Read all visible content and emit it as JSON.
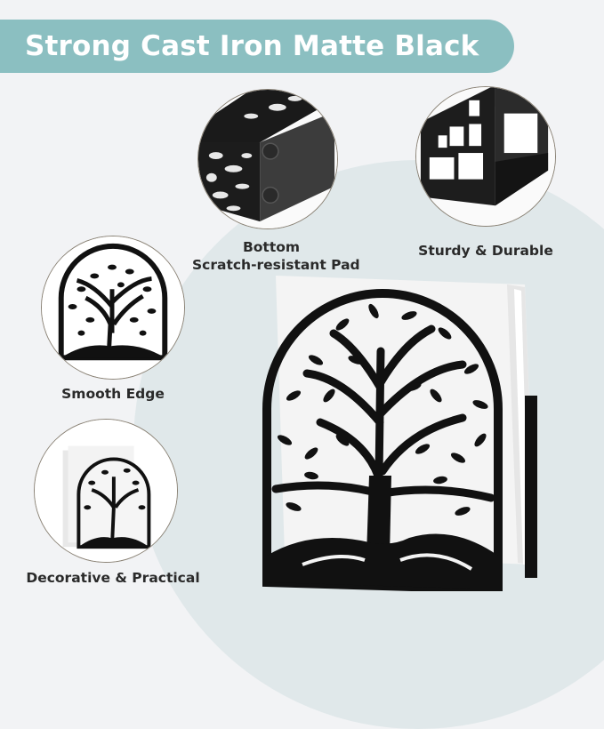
{
  "banner": {
    "title": "Strong Cast Iron Matte Black",
    "color": "#8bbfc1"
  },
  "features": [
    {
      "id": "bottom-pad",
      "label_line1": "Bottom",
      "label_line2": "Scratch-resistant Pad",
      "image": "bottom-pad-closeup"
    },
    {
      "id": "sturdy",
      "label_line1": "Sturdy & Durable",
      "image": "corner-frame-closeup"
    },
    {
      "id": "smooth-edge",
      "label_line1": "Smooth Edge",
      "image": "tree-of-life-panel"
    },
    {
      "id": "decorative",
      "label_line1": "Decorative & Practical",
      "image": "napkin-holder-with-napkins"
    }
  ],
  "product": {
    "name": "tree-of-life-napkin-holder",
    "metal_color": "#111111",
    "napkin_color": "#f7f7f7"
  },
  "colors": {
    "background": "#f2f3f5",
    "accent_circle": "#e0e8ea",
    "caption_text": "#2a2a2a",
    "thumb_border": "#8a8275"
  }
}
